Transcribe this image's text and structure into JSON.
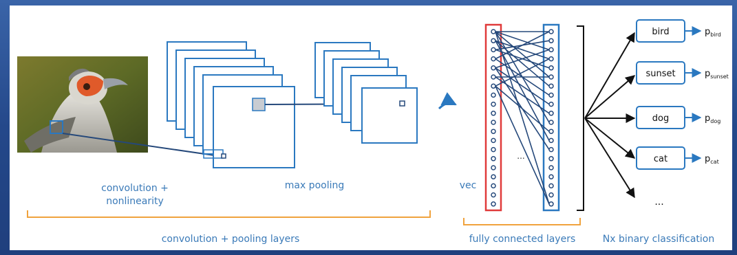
{
  "labels": {
    "conv_nonlinearity_line1": "convolution +",
    "conv_nonlinearity_line2": "nonlinearity",
    "max_pooling": "max pooling",
    "vec": "vec",
    "hidden_ellipsis": "...",
    "conv_pool_layers": "convolution + pooling layers",
    "fully_connected_layers": "fully connected layers",
    "nx_binary_classification": "Nx binary classification",
    "class_ellipsis": "..."
  },
  "classes": [
    {
      "label": "bird",
      "p": "p",
      "sub": "bird"
    },
    {
      "label": "sunset",
      "p": "p",
      "sub": "sunset"
    },
    {
      "label": "dog",
      "p": "p",
      "sub": "dog"
    },
    {
      "label": "cat",
      "p": "p",
      "sub": "cat"
    }
  ],
  "colors": {
    "frame_blue": "#2c4f8c",
    "layer_blue": "#2a78c0",
    "arrow_navy": "#25487a",
    "orange": "#f0a23c",
    "red": "#e03a3a",
    "label_blue": "#3a7ab8"
  }
}
